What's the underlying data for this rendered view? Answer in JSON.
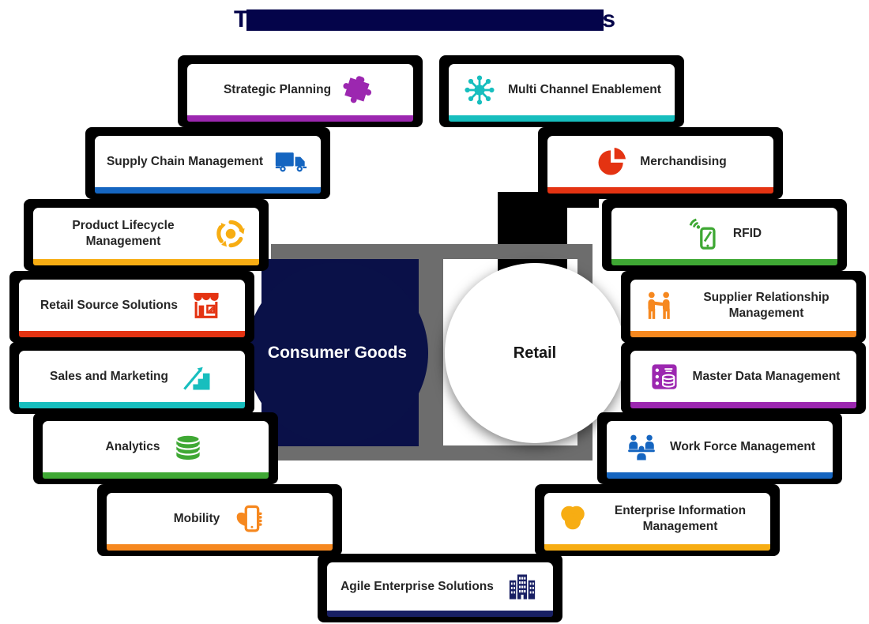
{
  "title": {
    "first_char": "T",
    "last_char": "s",
    "style": "solid navy redaction bar",
    "color": "#04044a"
  },
  "center": {
    "consumer_goods_label": "Consumer Goods",
    "retail_label": "Retail",
    "consumer_goods_color": "#0a1148",
    "frame_color": "#6d6d6d"
  },
  "boxes": [
    {
      "label": "Strategic Planning",
      "icon": "puzzle-icon",
      "accent": "#9c27b0",
      "icon_side": "right"
    },
    {
      "label": "Multi Channel Enablement",
      "icon": "network-hub-icon",
      "accent": "#17bebe",
      "icon_side": "left"
    },
    {
      "label": "Supply Chain Management",
      "icon": "truck-icon",
      "accent": "#1565c0",
      "icon_side": "right"
    },
    {
      "label": "Merchandising",
      "icon": "pie-chart-icon",
      "accent": "#e43312",
      "icon_side": "left"
    },
    {
      "label": "Product Lifecycle Management",
      "icon": "lifecycle-sync-icon",
      "accent": "#f7ad13",
      "icon_side": "right"
    },
    {
      "label": "RFID",
      "icon": "rfid-device-icon",
      "accent": "#3fa834",
      "icon_side": "left"
    },
    {
      "label": "Retail Source Solutions",
      "icon": "storefront-icon",
      "accent": "#e43312",
      "icon_side": "right"
    },
    {
      "label": "Supplier Relationship Management",
      "icon": "handshake-people-icon",
      "accent": "#f6881f",
      "icon_side": "left"
    },
    {
      "label": "Sales and Marketing",
      "icon": "growth-stairs-icon",
      "accent": "#17bebe",
      "icon_side": "right"
    },
    {
      "label": "Master Data Management",
      "icon": "server-database-icon",
      "accent": "#9c27b0",
      "icon_side": "left"
    },
    {
      "label": "Analytics",
      "icon": "database-icon",
      "accent": "#3fa834",
      "icon_side": "right"
    },
    {
      "label": "Work Force Management",
      "icon": "team-icon",
      "accent": "#1565c0",
      "icon_side": "left"
    },
    {
      "label": "Mobility",
      "icon": "mobile-hand-icon",
      "accent": "#f6881f",
      "icon_side": "right"
    },
    {
      "label": "Enterprise Information Management",
      "icon": "venn-circles-icon",
      "accent": "#f7ad13",
      "icon_side": "left"
    },
    {
      "label": "Agile Enterprise Solutions",
      "icon": "buildings-icon",
      "accent": "#181f63",
      "icon_side": "right"
    }
  ]
}
